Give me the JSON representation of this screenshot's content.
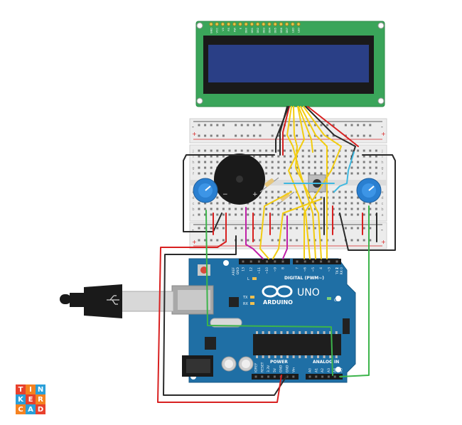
{
  "board": {
    "brand": "ARDUINO",
    "model": "UNO",
    "digital_label": "DIGITAL (PWM~)",
    "power_label": "POWER",
    "analog_label": "ANALOG IN",
    "on_label": "ON",
    "l_label": "L",
    "tx_label": "TX",
    "rx_label": "RX",
    "aref_label": "AREF",
    "gnd_label": "GND",
    "tx1_label": "TX 1",
    "rx0_label": "RX 0",
    "digital_pins": [
      "13",
      "12",
      "~11",
      "~10",
      "~9",
      "8",
      "7",
      "~6",
      "~5",
      "4",
      "~3",
      "2"
    ],
    "power_pins": [
      "IOREF",
      "RESET",
      "3.3V",
      "5V",
      "GND",
      "GND",
      "Vin"
    ],
    "analog_pins": [
      "A0",
      "A1",
      "A2",
      "A3",
      "A4",
      "A5"
    ]
  },
  "lcd": {
    "pin_labels": [
      "GND",
      "VCC",
      "V0",
      "RS",
      "RW",
      "E",
      "DB0",
      "DB1",
      "DB2",
      "DB3",
      "DB4",
      "DB5",
      "DB6",
      "DB7",
      "LED",
      "LED"
    ]
  },
  "breadboard": {
    "row_letters_top": [
      "j",
      "i",
      "h",
      "g",
      "f"
    ],
    "row_letters_bottom": [
      "e",
      "d",
      "c",
      "b",
      "a"
    ],
    "rail_plus": "+",
    "rail_minus": "-"
  },
  "buzzer": {
    "plus": "+",
    "minus": "−"
  },
  "logo": {
    "letters": [
      "T",
      "I",
      "N",
      "K",
      "E",
      "R",
      "C",
      "A",
      "D"
    ]
  },
  "colors": {
    "board_blue": "#1f6fa5",
    "lcd_green": "#3aa55a",
    "lcd_screen": "#2a3f86",
    "wire_red": "#d82020",
    "wire_black": "#2a2a2a",
    "wire_yellow": "#f2cc10",
    "wire_green": "#3cb44b",
    "wire_magenta": "#c020a8",
    "wire_cyan": "#3fb8e0",
    "pot_blue": "#2a7fd0"
  }
}
